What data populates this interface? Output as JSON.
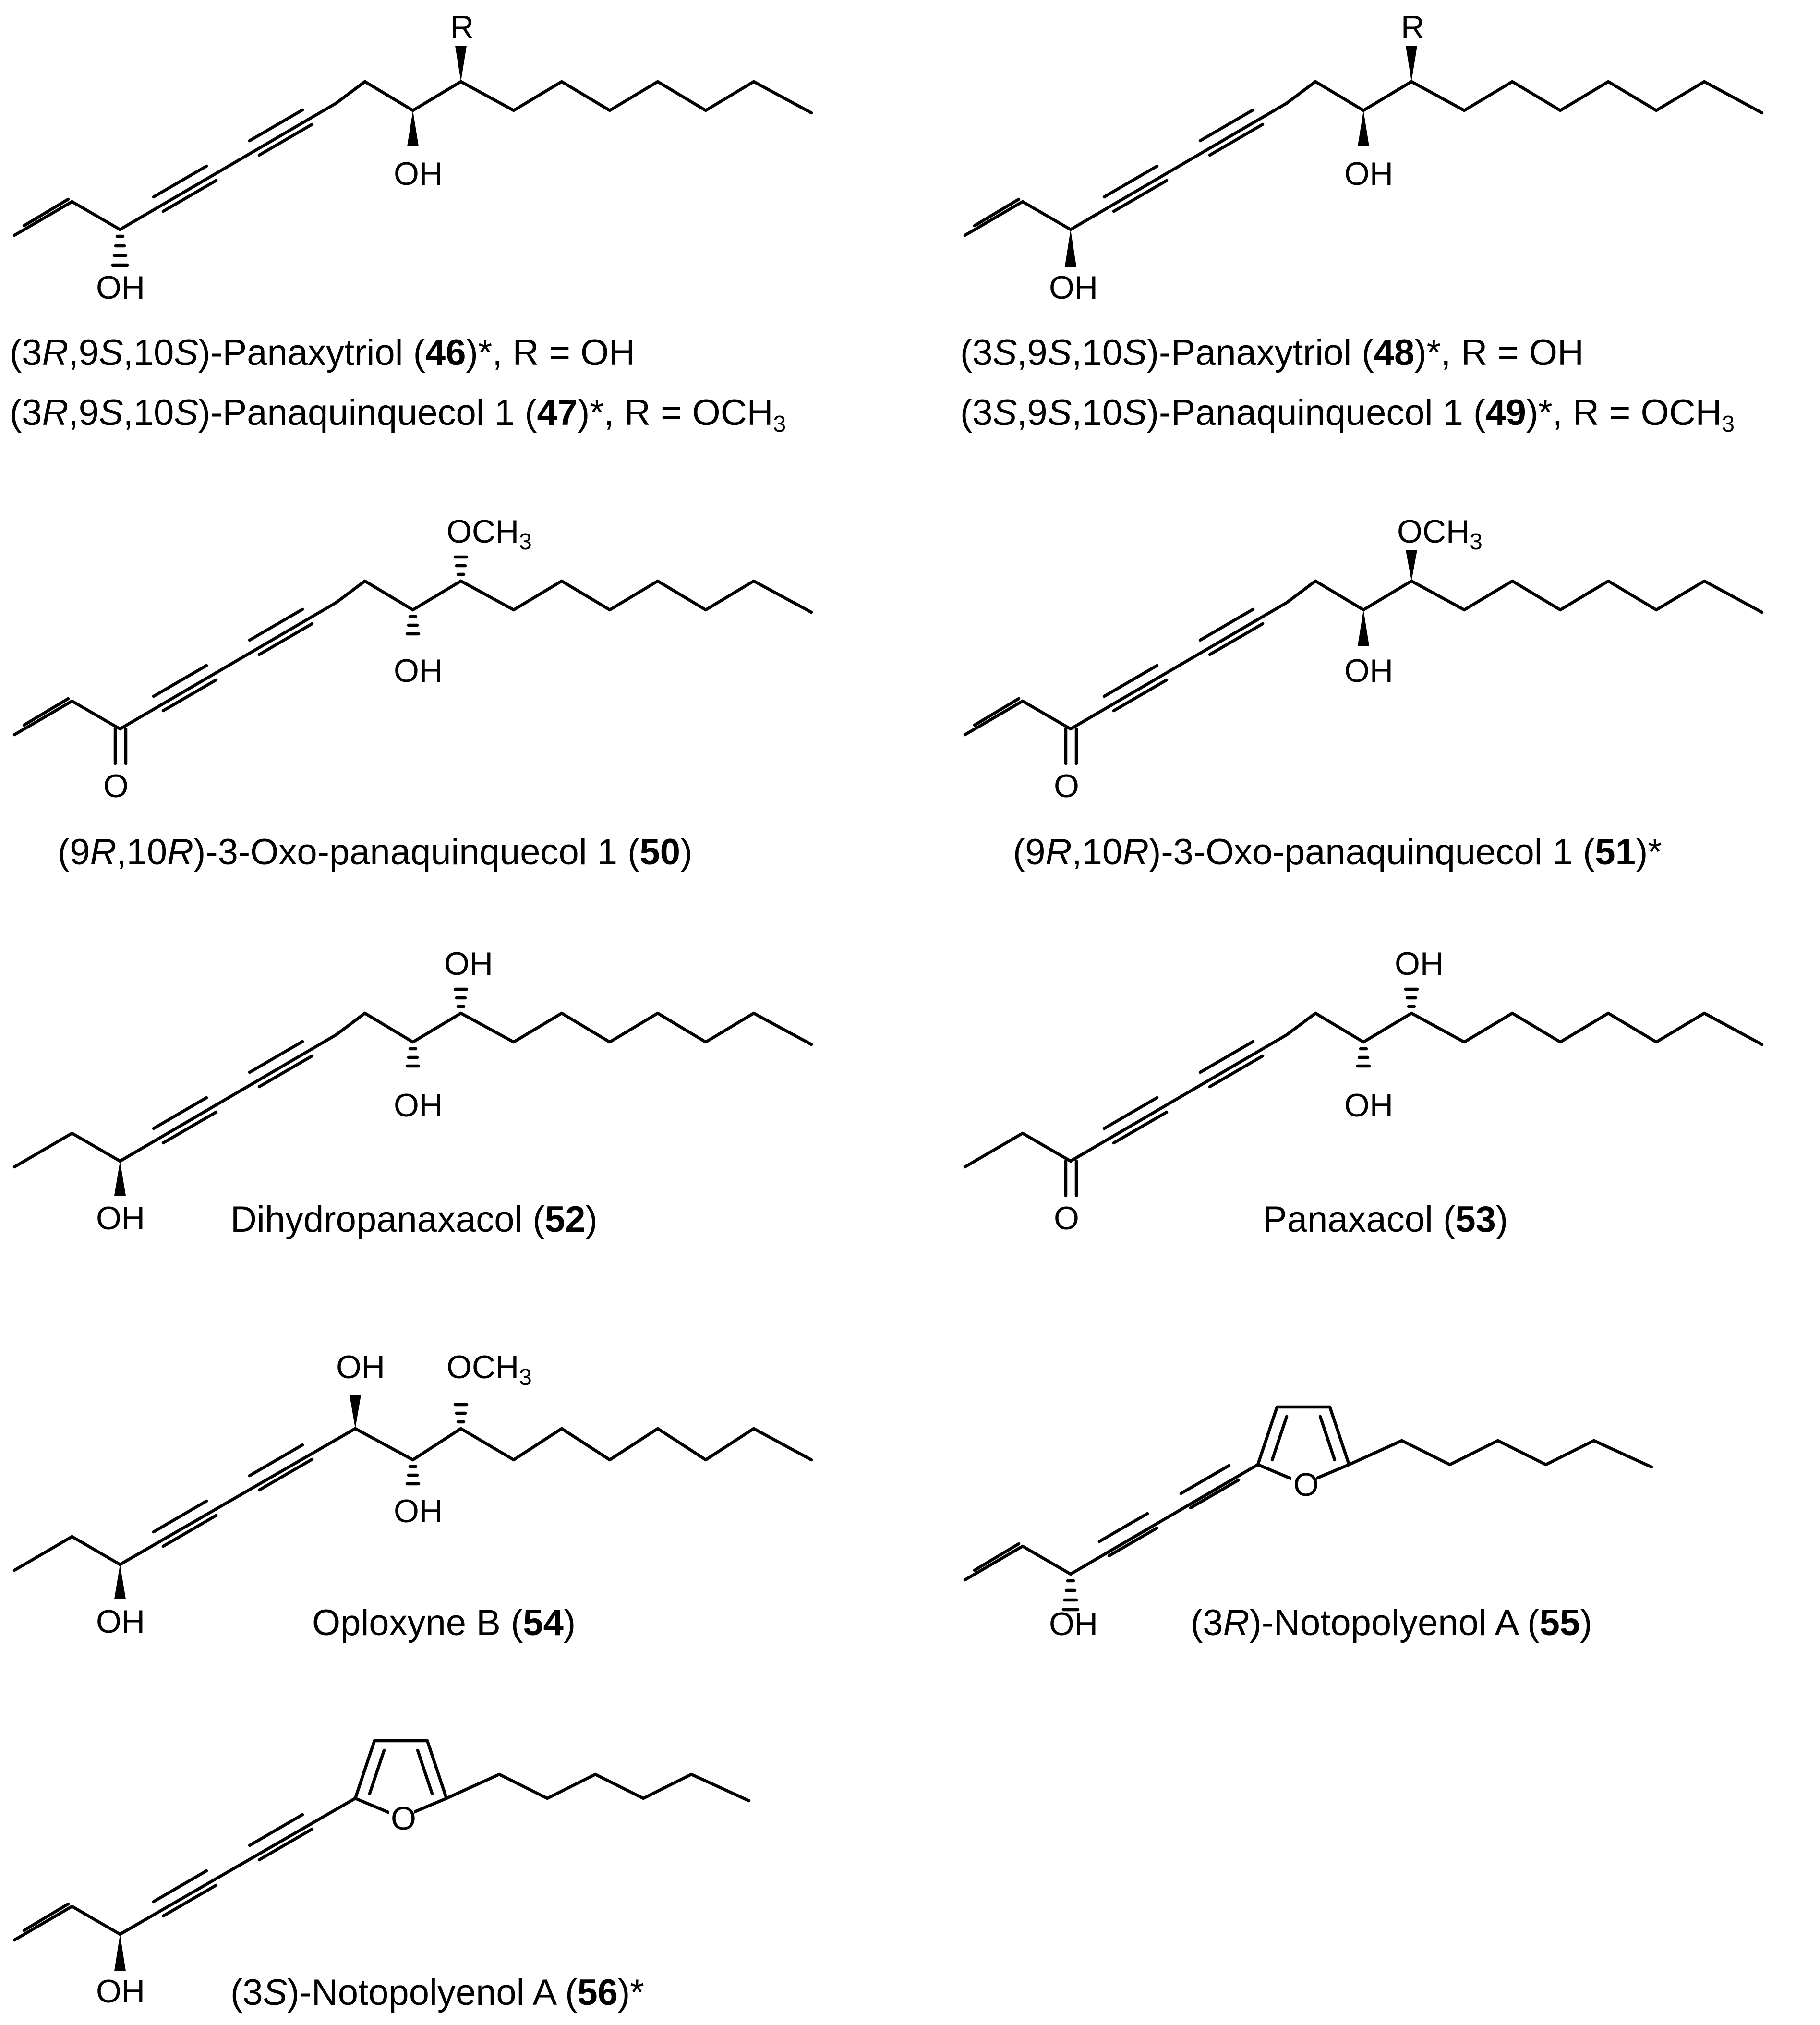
{
  "labels": {
    "R": "R",
    "OH": "OH",
    "O": "O",
    "OCH": "OCH",
    "three": "3"
  },
  "captions": {
    "c46": {
      "a": "(3",
      "b": "R",
      "c": ",9",
      "d": "S",
      "e": ",10",
      "f": "S",
      "g": ")-Panaxytriol (",
      "h": "46",
      "i": ")*, R = OH"
    },
    "c47": {
      "a": "(3",
      "b": "R",
      "c": ",9",
      "d": "S",
      "e": ",10",
      "f": "S",
      "g": ")-Panaquinquecol 1 (",
      "h": "47",
      "i": ")*, R = OCH",
      "j": "3"
    },
    "c48": {
      "a": "(3",
      "b": "S",
      "c": ",9",
      "d": "S",
      "e": ",10",
      "f": "S",
      "g": ")-Panaxytriol (",
      "h": "48",
      "i": ")*, R = OH"
    },
    "c49": {
      "a": "(3",
      "b": "S",
      "c": ",9",
      "d": "S",
      "e": ",10",
      "f": "S",
      "g": ")-Panaquinquecol 1 (",
      "h": "49",
      "i": ")*, R = OCH",
      "j": "3"
    },
    "c50": {
      "a": "(9",
      "b": "R",
      "c": ",10",
      "d": "R",
      "e": ")-3-Oxo-panaquinquecol 1 (",
      "f": "50",
      "g": ")"
    },
    "c51": {
      "a": "(9",
      "b": "R",
      "c": ",10",
      "d": "R",
      "e": ")-3-Oxo-panaquinquecol 1 (",
      "f": "51",
      "g": ")*"
    },
    "c52": {
      "a": "Dihydropanaxacol (",
      "b": "52",
      "c": ")"
    },
    "c53": {
      "a": "Panaxacol (",
      "b": "53",
      "c": ")"
    },
    "c54": {
      "a": "Oploxyne B (",
      "b": "54",
      "c": ")"
    },
    "c55": {
      "a": "(3",
      "b": "R",
      "c": ")-Notopolyenol A (",
      "d": "55",
      "e": ")"
    },
    "c56": {
      "a": "(3",
      "b": "S",
      "c": ")-Notopolyenol A (",
      "d": "56",
      "e": ")*"
    }
  }
}
